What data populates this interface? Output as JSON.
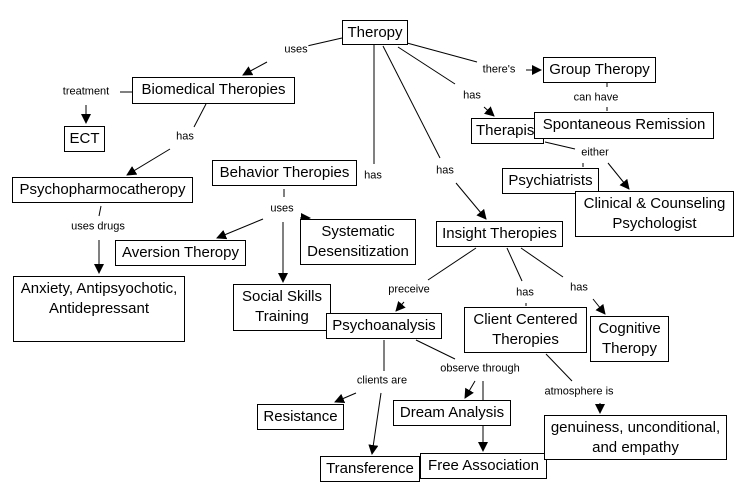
{
  "concept_map": {
    "nodes": {
      "therapy": "Theropy",
      "biomedical": "Biomedical Theropies",
      "ect": "ECT",
      "psychopharm": "Psychopharmocatheropy",
      "drugs": "Anxiety, Antipsyochotic,\nAntidepressant",
      "behavior": "Behavior Theropies",
      "aversion": "Aversion Theropy",
      "systematic": "Systematic\nDesensitization",
      "social": "Social Skills\nTraining",
      "group": "Group Theropy",
      "spontaneous": "Spontaneous Remission",
      "therapist": "Therapist",
      "psychiatrists": "Psychiatrists",
      "clinical": "Clinical & Counseling\nPsychologist",
      "insight": "Insight Theropies",
      "psychoanalysis": "Psychoanalysis",
      "client": "Client Centered\nTheropies",
      "cognitive": "Cognitive\nTheropy",
      "resistance": "Resistance",
      "dream": "Dream Analysis",
      "transference": "Transference",
      "free": "Free Association",
      "genuineness": "genuiness, unconditional,\nand empathy"
    },
    "links": {
      "uses1": "uses",
      "treatment": "treatment",
      "has_bio": "has",
      "uses_drugs": "uses drugs",
      "has_beh": "has",
      "uses2": "uses",
      "theres": "there's",
      "can_have": "can have",
      "has_therapist": "has",
      "either": "either",
      "has_insight": "has",
      "preceive": "preceive",
      "has_client": "has",
      "has_cog": "has",
      "clients_are": "clients are",
      "observe": "observe through",
      "atmosphere": "atmosphere is"
    }
  }
}
